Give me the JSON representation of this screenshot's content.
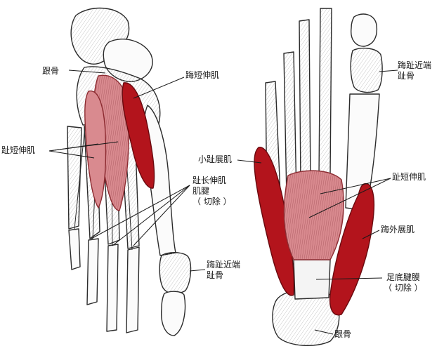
{
  "colors": {
    "muscle_dark": "#b3141c",
    "muscle_light": "#d98a8f",
    "bone_line": "#2b2b2b",
    "leader_line": "#1a1a1a"
  },
  "left_view": {
    "calcaneus": "跟骨",
    "ext_hallucis_brevis": "踇短伸肌",
    "ext_digitorum_brevis": "趾短伸肌",
    "ext_digitorum_longus_tendon": [
      "趾长伸肌",
      "肌腱",
      "（ 切除 ）"
    ],
    "proximal_phalanx_hallux": [
      "踇趾近端",
      "趾骨"
    ]
  },
  "right_view": {
    "proximal_phalanx_hallux": [
      "踇趾近端",
      "趾骨"
    ],
    "abductor_digiti_minimi": "小趾展肌",
    "flexor_digitorum_brevis": "趾短伸肌",
    "abductor_hallucis": "踇外展肌",
    "plantar_aponeurosis": [
      "足底腱膜",
      "（ 切除 ）"
    ],
    "calcaneus": "跟骨"
  }
}
